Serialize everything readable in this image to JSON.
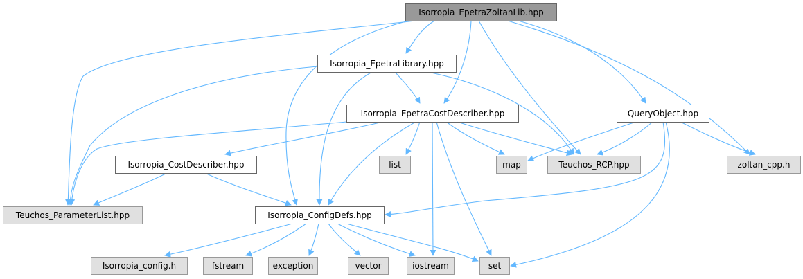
{
  "diagram": {
    "type": "include-dependency-graph",
    "colors": {
      "edge": "#63b8ff",
      "root_fill": "#999999",
      "root_border": "#666666",
      "documented_fill": "#ffffff",
      "documented_border": "#666666",
      "external_fill": "#e0e0e0",
      "external_border": "#999999"
    },
    "nodes": [
      {
        "id": "root",
        "label": "Isorropia_EpetraZoltanLib.hpp",
        "kind": "root"
      },
      {
        "id": "epetralib",
        "label": "Isorropia_EpetraLibrary.hpp",
        "kind": "documented"
      },
      {
        "id": "epetracost",
        "label": "Isorropia_EpetraCostDescriber.hpp",
        "kind": "documented"
      },
      {
        "id": "queryobj",
        "label": "QueryObject.hpp",
        "kind": "documented"
      },
      {
        "id": "costdesc",
        "label": "Isorropia_CostDescriber.hpp",
        "kind": "documented"
      },
      {
        "id": "list",
        "label": "list",
        "kind": "external"
      },
      {
        "id": "map",
        "label": "map",
        "kind": "external"
      },
      {
        "id": "rcp",
        "label": "Teuchos_RCP.hpp",
        "kind": "external"
      },
      {
        "id": "zoltan",
        "label": "zoltan_cpp.h",
        "kind": "external"
      },
      {
        "id": "paramlist",
        "label": "Teuchos_ParameterList.hpp",
        "kind": "external"
      },
      {
        "id": "configdefs",
        "label": "Isorropia_ConfigDefs.hpp",
        "kind": "documented"
      },
      {
        "id": "configh",
        "label": "Isorropia_config.h",
        "kind": "external"
      },
      {
        "id": "fstream",
        "label": "fstream",
        "kind": "external"
      },
      {
        "id": "exception",
        "label": "exception",
        "kind": "external"
      },
      {
        "id": "vector",
        "label": "vector",
        "kind": "external"
      },
      {
        "id": "iostream",
        "label": "iostream",
        "kind": "external"
      },
      {
        "id": "set",
        "label": "set",
        "kind": "external"
      }
    ],
    "edges": [
      {
        "from": "root",
        "to": "epetralib"
      },
      {
        "from": "root",
        "to": "epetracost"
      },
      {
        "from": "root",
        "to": "queryobj"
      },
      {
        "from": "root",
        "to": "paramlist"
      },
      {
        "from": "root",
        "to": "configdefs"
      },
      {
        "from": "root",
        "to": "rcp"
      },
      {
        "from": "root",
        "to": "zoltan"
      },
      {
        "from": "epetralib",
        "to": "epetracost"
      },
      {
        "from": "epetralib",
        "to": "paramlist"
      },
      {
        "from": "epetralib",
        "to": "configdefs"
      },
      {
        "from": "epetralib",
        "to": "rcp"
      },
      {
        "from": "epetracost",
        "to": "costdesc"
      },
      {
        "from": "epetracost",
        "to": "paramlist"
      },
      {
        "from": "epetracost",
        "to": "configdefs"
      },
      {
        "from": "epetracost",
        "to": "list"
      },
      {
        "from": "epetracost",
        "to": "map"
      },
      {
        "from": "epetracost",
        "to": "rcp"
      },
      {
        "from": "epetracost",
        "to": "iostream"
      },
      {
        "from": "epetracost",
        "to": "set"
      },
      {
        "from": "queryobj",
        "to": "map"
      },
      {
        "from": "queryobj",
        "to": "rcp"
      },
      {
        "from": "queryobj",
        "to": "zoltan"
      },
      {
        "from": "queryobj",
        "to": "configdefs"
      },
      {
        "from": "queryobj",
        "to": "set"
      },
      {
        "from": "costdesc",
        "to": "paramlist"
      },
      {
        "from": "costdesc",
        "to": "configdefs"
      },
      {
        "from": "configdefs",
        "to": "configh"
      },
      {
        "from": "configdefs",
        "to": "fstream"
      },
      {
        "from": "configdefs",
        "to": "exception"
      },
      {
        "from": "configdefs",
        "to": "vector"
      },
      {
        "from": "configdefs",
        "to": "iostream"
      },
      {
        "from": "configdefs",
        "to": "set"
      }
    ]
  }
}
